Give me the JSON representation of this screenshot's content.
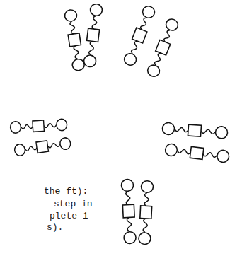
{
  "diagram": {
    "labels": [
      "the ft):",
      "step in",
      "plete 1",
      "s)."
    ]
  }
}
